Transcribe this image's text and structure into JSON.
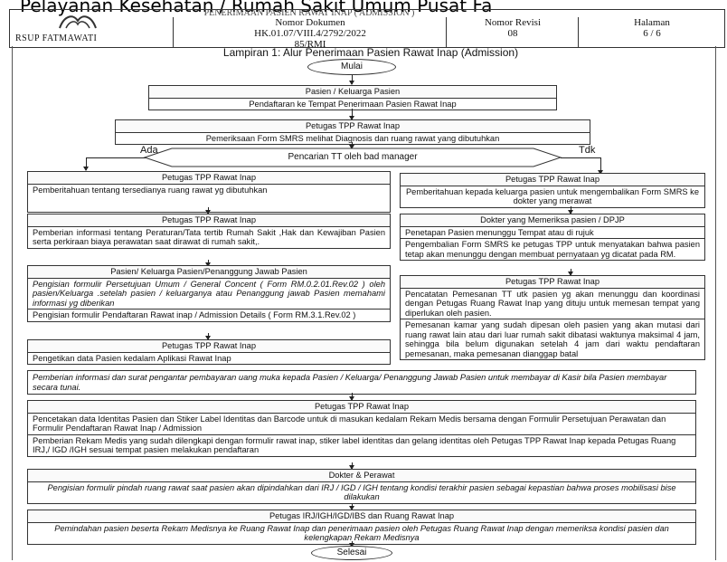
{
  "overlay_title": "Pelayanan Kesehatan / Rumah Sakit Umum Pusat Fa",
  "header": {
    "top_title": "PENERIMAAN PASIEN RAWAT INAP ( ADMISSION )",
    "org_name": "RSUP FATMAWATI",
    "doc_label": "Nomor Dokumen",
    "doc_number_line1": "HK.01.07/VIII.4/2792/2022",
    "doc_number_line2": "85/RMI",
    "rev_label": "Nomor Revisi",
    "rev_value": "08",
    "page_label": "Halaman",
    "page_value": "6 / 6"
  },
  "lampiran_title": "Lampiran 1: Alur Penerimaan Pasien Rawat Inap (Admission)",
  "flow": {
    "start": "Mulai",
    "end": "Selesai",
    "step1_head": "Pasien / Keluarga Pasien",
    "step1_body": "Pendaftaran ke Tempat Penerimaan Pasien Rawat Inap",
    "step2_head": "Petugas TPP Rawat Inap",
    "step2_body": "Pemeriksaan Form SMRS melihat Diagnosis dan ruang rawat yang dibutuhkan",
    "decision": "Pencarian TT oleh bad manager",
    "yes_label": "Ada",
    "no_label": "Tdk",
    "left": {
      "b1_head": "Petugas TPP Rawat Inap",
      "b1_body": "Pemberitahuan tentang tersedianya ruang rawat yg dibutuhkan",
      "b2_head": "Petugas TPP Rawat Inap",
      "b2_body": "Pemberian informasi tentang Peraturan/Tata tertib Rumah Sakit ,Hak dan Kewajiban Pasien serta perkiraan biaya perawatan saat dirawat di rumah sakit,.",
      "b3_head": "Pasien/ Keluarga Pasien/Penanggung Jawab Pasien",
      "b3_body1": "Pengisian formulir Persetujuan Umum / General Concent ( Form RM.0.2.01.Rev.02 ) oleh pasien/Keluarga .setelah pasien / keluarganya atau Penanggung jawab Pasien memahami informasi yg diberikan",
      "b3_body2": "Pengisian formulir Pendaftaran Rawat inap / Admission Details ( Form RM.3.1.Rev.02 )",
      "b4_head": "Petugas TPP Rawat Inap",
      "b4_body": "Pengetikan data Pasien kedalam Aplikasi Rawat Inap"
    },
    "right": {
      "b1_head": "Petugas TPP Rawat Inap",
      "b1_body": "Pemberitahuan kepada keluarga pasien untuk mengembalikan Form SMRS ke dokter yang merawat",
      "b2_head": "Dokter yang Memeriksa pasien / DPJP",
      "b2_body1": "Penetapan Pasien menunggu Tempat atau di rujuk",
      "b2_body2": "Pengembalian Form SMRS ke petugas TPP untuk menyatakan bahwa pasien tetap akan menunggu dengan membuat pernyataan yg dicatat pada RM.",
      "b3_head": "Petugas TPP Rawat Inap",
      "b3_body1": "Pencatatan Pemesanan TT utk pasien yg akan menunggu dan koordinasi dengan Petugas Ruang Rawat Inap yang dituju untuk memesan tempat yang diperlukan oleh pasien.",
      "b3_body2": "Pemesanan kamar yang sudah dipesan oleh pasien yang akan mutasi dari ruang rawat lain atau dari luar rumah sakit dibatasi waktunya maksimal 4 jam, sehingga bila belum digunakan setelah 4 jam dari waktu pendaftaran pemesanan, maka pemesanan dianggap batal"
    },
    "info_payment": "Pemberian informasi dan surat pengantar pembayaran uang muka kepada Pasien / Keluarga/ Penanggung Jawab Pasien untuk membayar di Kasir bila Pasien membayar secara tunai.",
    "b5_head": "Petugas TPP Rawat Inap",
    "b5_body1": "Pencetakan data Identitas Pasien dan Stiker Label Identitas dan Barcode untuk di masukan kedalam Rekam Medis bersama dengan Formulir Persetujuan Perawatan dan Formulir Pendaftaran Rawat Inap / Admission",
    "b5_body2": "Pemberian Rekam Medis yang sudah dilengkapi dengan formulir rawat inap, stiker label identitas dan gelang identitas oleh Petugas TPP Rawat Inap kepada Petugas Ruang IRJ,/ IGD /IGH sesuai tempat pasien melakukan pendaftaran",
    "b6_head": "Dokter & Perawat",
    "b6_body": "Pengisian formulir pindah ruang rawat saat pasien akan dipindahkan dari IRJ / IGD / IGH tentang kondisi terakhir pasien sebagai kepastian bahwa proses mobilisasi bise dilakukan",
    "b7_head": "Petugas IRJ/IGH/IGD/IBS dan Ruang Rawat Inap",
    "b7_body": "Pemindahan pasien beserta Rekam Medisnya ke Ruang Rawat Inap dan penerimaan pasien oleh Petugas Ruang Rawat Inap dengan memeriksa kondisi pasien dan kelengkapan Rekam Medisnya"
  }
}
